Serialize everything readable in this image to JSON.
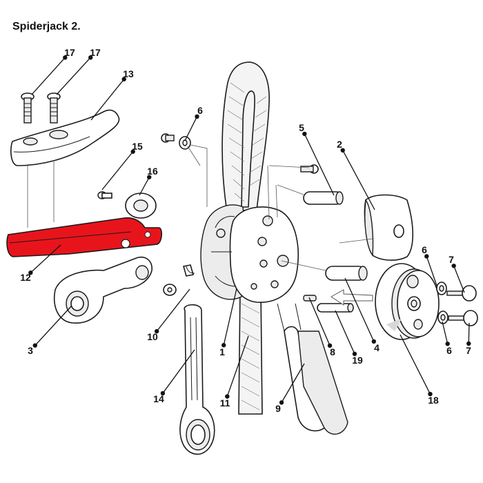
{
  "title": "Spiderjack 2.",
  "colors": {
    "highlight": "#e8141c",
    "ink": "#1a1a1a"
  },
  "callouts": [
    {
      "id": "c17a",
      "label": "17"
    },
    {
      "id": "c17b",
      "label": "17"
    },
    {
      "id": "c13",
      "label": "13"
    },
    {
      "id": "c6a",
      "label": "6"
    },
    {
      "id": "c5",
      "label": "5"
    },
    {
      "id": "c2",
      "label": "2"
    },
    {
      "id": "c15",
      "label": "15"
    },
    {
      "id": "c16",
      "label": "16"
    },
    {
      "id": "c12",
      "label": "12"
    },
    {
      "id": "c3",
      "label": "3"
    },
    {
      "id": "c10",
      "label": "10"
    },
    {
      "id": "c1",
      "label": "1"
    },
    {
      "id": "c14",
      "label": "14"
    },
    {
      "id": "c11",
      "label": "11"
    },
    {
      "id": "c9",
      "label": "9"
    },
    {
      "id": "c8",
      "label": "8"
    },
    {
      "id": "c19",
      "label": "19"
    },
    {
      "id": "c4",
      "label": "4"
    },
    {
      "id": "c6b",
      "label": "6"
    },
    {
      "id": "c7a",
      "label": "7"
    },
    {
      "id": "c6c",
      "label": "6"
    },
    {
      "id": "c7b",
      "label": "7"
    },
    {
      "id": "c18",
      "label": "18"
    }
  ]
}
